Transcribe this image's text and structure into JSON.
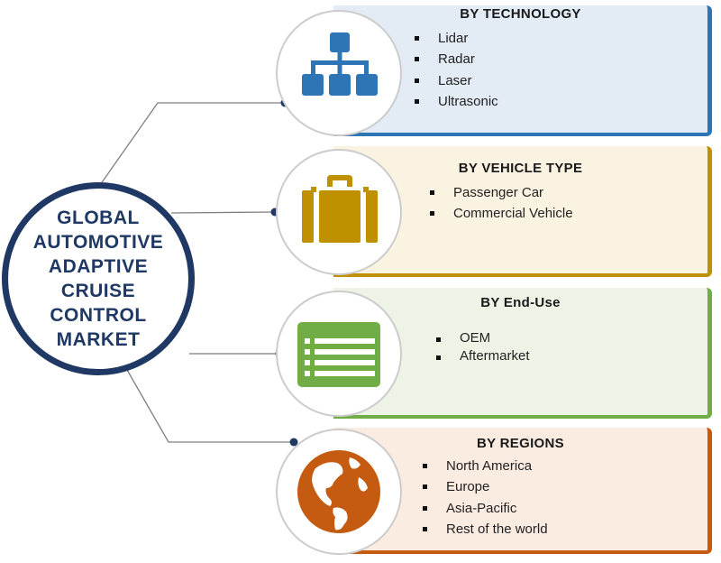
{
  "hub": {
    "title": "GLOBAL AUTOMOTIVE ADAPTIVE CRUISE CONTROL MARKET"
  },
  "segments": [
    {
      "title": "BY TECHNOLOGY",
      "items": [
        "Lidar",
        "Radar",
        "Laser",
        "Ultrasonic"
      ],
      "icon": "hierarchy-icon",
      "accent": "#2e75b6",
      "fill": "#e3ebf5"
    },
    {
      "title": "BY VEHICLE TYPE",
      "items": [
        "Passenger Car",
        "Commercial Vehicle"
      ],
      "icon": "briefcase-icon",
      "accent": "#bf9000",
      "fill": "#fbf3e2"
    },
    {
      "title": "BY End-Use",
      "items": [
        "OEM",
        "Aftermarket"
      ],
      "icon": "list-window-icon",
      "accent": "#70ad47",
      "fill": "#edf4e6"
    },
    {
      "title": "BY REGIONS",
      "items": [
        "North America",
        "Europe",
        "Asia-Pacific",
        "Rest of the world"
      ],
      "icon": "globe-icon",
      "accent": "#c55a11",
      "fill": "#fbece2"
    }
  ],
  "colors": {
    "hub_border": "#1f3864",
    "connector": "#7f7f7f",
    "node_dot": "#1f3864"
  }
}
